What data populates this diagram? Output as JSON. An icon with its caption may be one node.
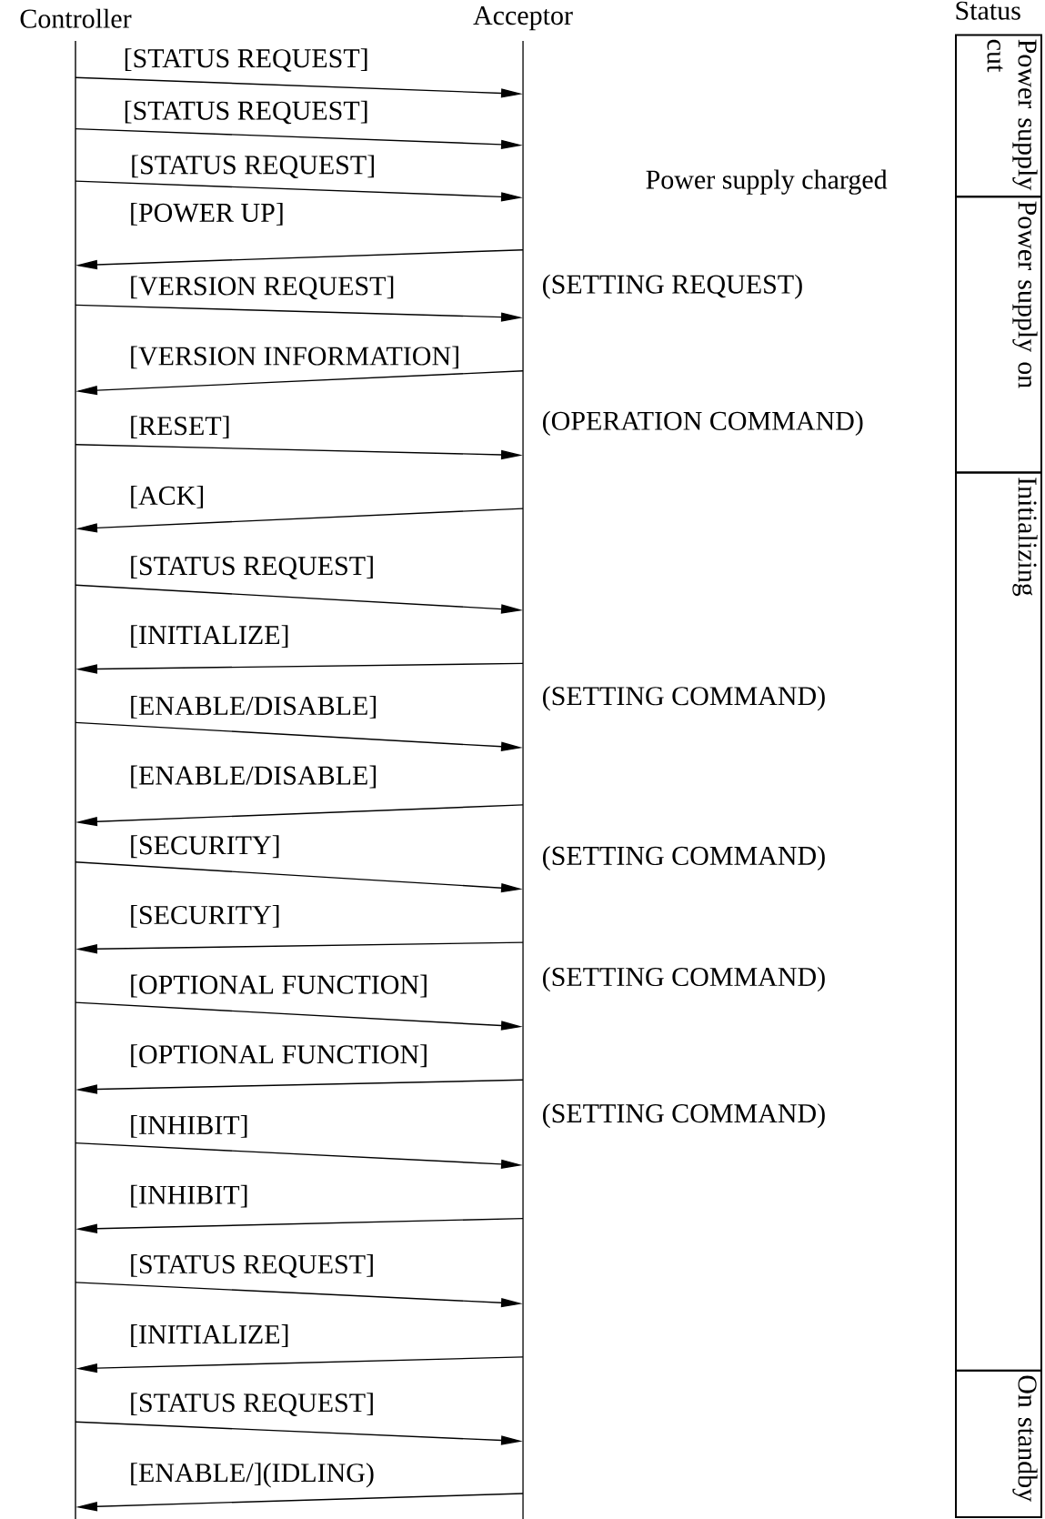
{
  "diagram": {
    "nodes": [
      {
        "text": [
          "Controller"
        ]
      },
      {
        "text": [
          "Acceptor"
        ]
      },
      {
        "text": [
          "Power supply cut"
        ]
      },
      {
        "text": [
          "Power supply on"
        ]
      },
      {
        "text": [
          "Initializing"
        ]
      },
      {
        "text": [
          "On standby"
        ]
      }
    ],
    "edges": [
      {
        "from": 0,
        "to": 1,
        "arrow": "to",
        "label": "[STATUS REQUEST]"
      },
      {
        "from": 0,
        "to": 1,
        "arrow": "to",
        "label": "[STATUS REQUEST]"
      },
      {
        "from": 0,
        "to": 1,
        "arrow": "to",
        "label": "[STATUS REQUEST]"
      },
      {
        "from": 1,
        "to": 0,
        "arrow": "to",
        "label": "[POWER UP]"
      },
      {
        "from": 0,
        "to": 1,
        "arrow": "to",
        "label": "[VERSION REQUEST]"
      },
      {
        "from": 1,
        "to": 0,
        "arrow": "to",
        "label": "[VERSION INFORMATION]"
      },
      {
        "from": 0,
        "to": 1,
        "arrow": "to",
        "label": "[RESET]"
      },
      {
        "from": 1,
        "to": 0,
        "arrow": "to",
        "label": "[ACK]"
      },
      {
        "from": 0,
        "to": 1,
        "arrow": "to",
        "label": "[STATUS REQUEST]"
      },
      {
        "from": 1,
        "to": 0,
        "arrow": "to",
        "label": "[INITIALIZE]"
      },
      {
        "from": 0,
        "to": 1,
        "arrow": "to",
        "label": "[ENABLE/DISABLE]"
      },
      {
        "from": 1,
        "to": 0,
        "arrow": "to",
        "label": "[ENABLE/DISABLE]"
      },
      {
        "from": 0,
        "to": 1,
        "arrow": "to",
        "label": "[SECURITY]"
      },
      {
        "from": 1,
        "to": 0,
        "arrow": "to",
        "label": "[SECURITY]"
      },
      {
        "from": 0,
        "to": 1,
        "arrow": "to",
        "label": "[OPTIONAL FUNCTION]"
      },
      {
        "from": 1,
        "to": 0,
        "arrow": "to",
        "label": "[OPTIONAL FUNCTION]"
      },
      {
        "from": 0,
        "to": 1,
        "arrow": "to",
        "label": "[INHIBIT]"
      },
      {
        "from": 1,
        "to": 0,
        "arrow": "to",
        "label": "[INHIBIT]"
      },
      {
        "from": 0,
        "to": 1,
        "arrow": "to",
        "label": "[STATUS REQUEST]"
      },
      {
        "from": 1,
        "to": 0,
        "arrow": "to",
        "label": "[INITIALIZE]"
      },
      {
        "from": 0,
        "to": 1,
        "arrow": "to",
        "label": "[STATUS REQUEST]"
      },
      {
        "from": 1,
        "to": 0,
        "arrow": "to",
        "label": "[ENABLE/](IDLING)"
      }
    ],
    "labels": [
      "Status",
      "Power supply charged",
      "(SETTING REQUEST)",
      "(OPERATION COMMAND)",
      "(SETTING COMMAND)",
      "(SETTING COMMAND)",
      "(SETTING COMMAND)",
      "(SETTING COMMAND)"
    ]
  }
}
